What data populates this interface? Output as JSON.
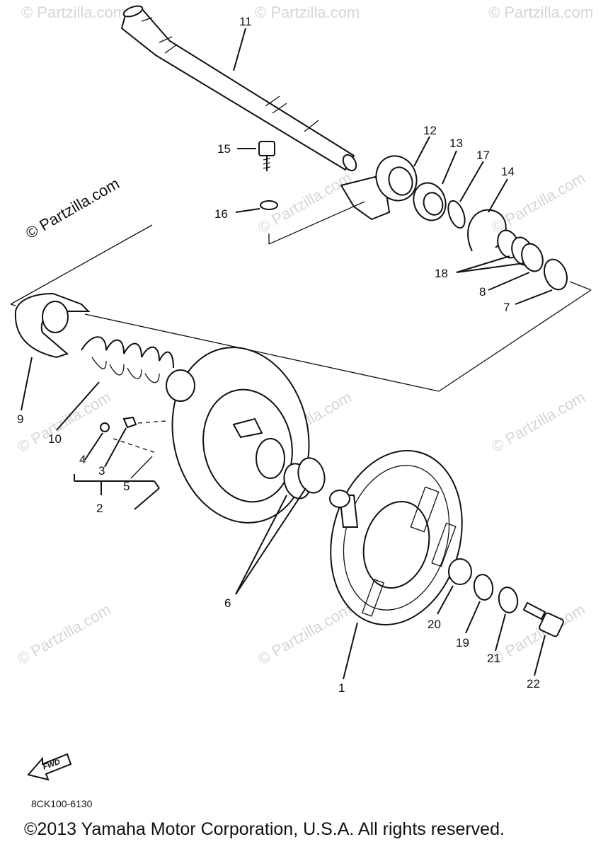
{
  "watermarks": {
    "main": "© Partzilla.com",
    "faint": "© Partzilla.com"
  },
  "callouts": {
    "p1": "1",
    "p2": "2",
    "p3": "3",
    "p4": "4",
    "p5": "5",
    "p6": "6",
    "p7": "7",
    "p8": "8",
    "p9": "9",
    "p10": "10",
    "p11": "11",
    "p12": "12",
    "p13": "13",
    "p14": "14",
    "p15": "15",
    "p16": "16",
    "p17": "17",
    "p18": "18",
    "p19": "19",
    "p20": "20",
    "p21": "21",
    "p22": "22"
  },
  "fwd_label": "FWD",
  "diagram_code": "8CK100-6130",
  "copyright": "©2013 Yamaha Motor Corporation, U.S.A. All rights reserved."
}
